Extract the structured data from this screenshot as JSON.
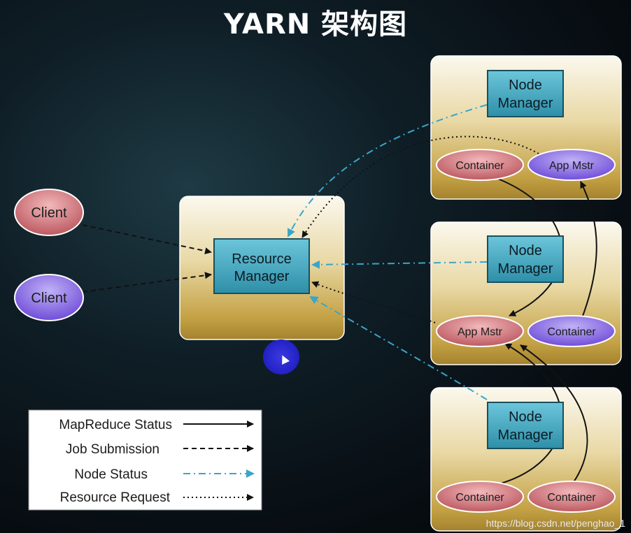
{
  "title": "YARN 架构图",
  "resource_manager": {
    "label_line1": "Resource",
    "label_line2": "Manager"
  },
  "clients": [
    {
      "label": "Client"
    },
    {
      "label": "Client"
    }
  ],
  "nodes": [
    {
      "manager_line1": "Node",
      "manager_line2": "Manager",
      "left_oval": "Container",
      "right_oval": "App Mstr"
    },
    {
      "manager_line1": "Node",
      "manager_line2": "Manager",
      "left_oval": "App Mstr",
      "right_oval": "Container"
    },
    {
      "manager_line1": "Node",
      "manager_line2": "Manager",
      "left_oval": "Container",
      "right_oval": "Container"
    }
  ],
  "legend": [
    {
      "label": "MapReduce Status",
      "style": "solid"
    },
    {
      "label": "Job Submission",
      "style": "dashed"
    },
    {
      "label": "Node Status",
      "style": "dashdot"
    },
    {
      "label": "Resource Request",
      "style": "dotted"
    }
  ],
  "watermark": "https://blog.csdn.net/penghao_1",
  "colors": {
    "panel_gold": "#c9a74e",
    "manager_teal": "#3aa3bd",
    "oval_red": "#c8656b",
    "oval_purple": "#7b5ae0",
    "node_status_blue": "#3aa5c8"
  }
}
